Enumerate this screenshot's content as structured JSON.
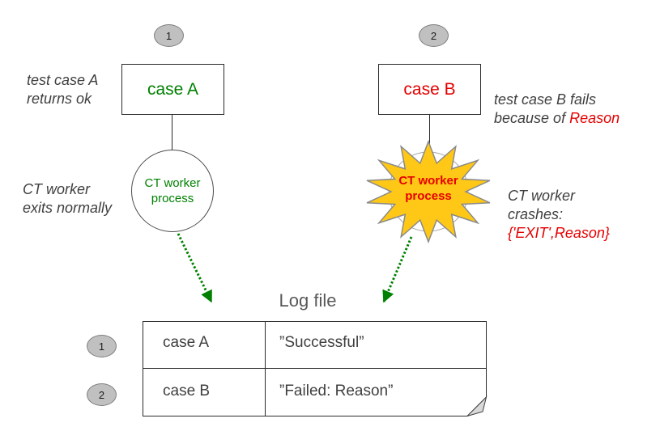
{
  "colors": {
    "green": "#008000",
    "red": "#e60000",
    "badge_fill": "#c0c0c0",
    "star_fill": "#ffc816"
  },
  "flow_a": {
    "badge": "1",
    "case_label": "case A",
    "case_annotation": "test case A\nreturns ok",
    "worker_label": "CT worker\nprocess",
    "worker_annotation": "CT worker\nexits normally"
  },
  "flow_b": {
    "badge": "2",
    "case_label": "case B",
    "case_annotation_prefix": "test case B fails\nbecause of ",
    "case_annotation_reason": "Reason",
    "worker_label": "CT worker\nprocess",
    "crash_annotation_prefix": "CT worker\ncrashes:\n",
    "crash_annotation_reason": "{'EXIT',Reason}"
  },
  "log": {
    "title": "Log file",
    "rows": [
      {
        "badge": "1",
        "name": "case A",
        "result": "”Successful”"
      },
      {
        "badge": "2",
        "name": "case B",
        "result": "”Failed: Reason”"
      }
    ]
  }
}
